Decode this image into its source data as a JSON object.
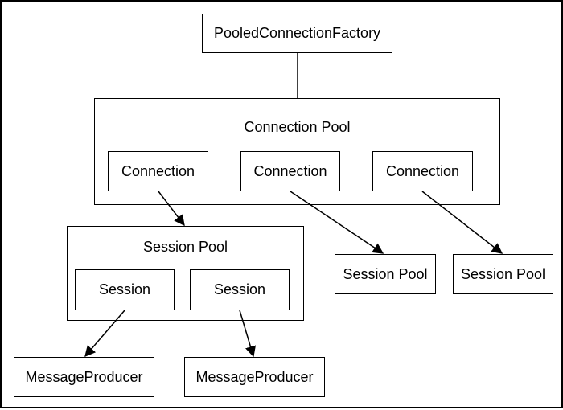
{
  "diagram": {
    "factory": "PooledConnectionFactory",
    "connection_pool": {
      "title": "Connection Pool",
      "connections": [
        "Connection",
        "Connection",
        "Connection"
      ]
    },
    "session_pool": {
      "title": "Session Pool",
      "sessions": [
        "Session",
        "Session"
      ]
    },
    "other_session_pools": [
      "Session Pool",
      "Session Pool"
    ],
    "producers": [
      "MessageProducer",
      "MessageProducer"
    ]
  }
}
